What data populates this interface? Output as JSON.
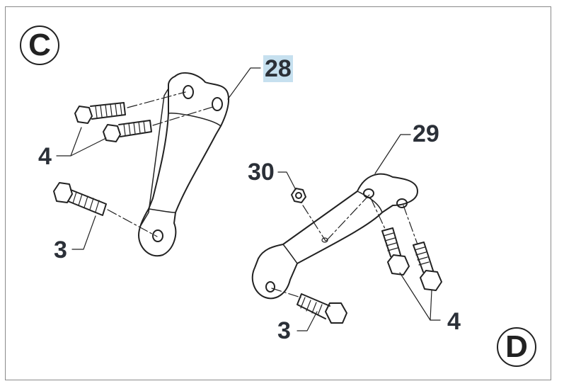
{
  "views": {
    "left": "C",
    "right": "D"
  },
  "callouts": {
    "c28": "28",
    "c4_left": "4",
    "c3_left": "3",
    "c29": "29",
    "c30": "30",
    "c3_right": "3",
    "c4_right": "4"
  },
  "colors": {
    "highlight": "#c6e0ef",
    "line": "#222222",
    "frame": "#8a8a8a"
  }
}
